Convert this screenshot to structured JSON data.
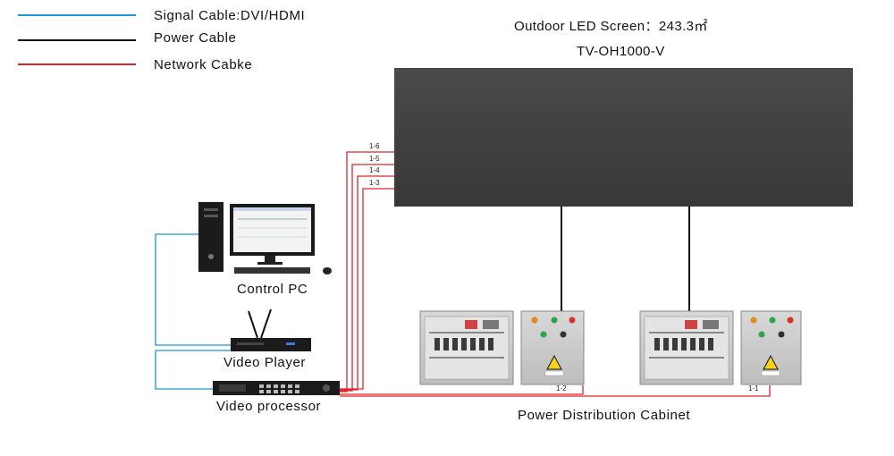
{
  "legend": {
    "signal": {
      "label": "Signal Cable:DVI/HDMI",
      "color": "#1a9bd7"
    },
    "power": {
      "label": "Power Cable",
      "color": "#111111"
    },
    "network": {
      "label": "Network Cabke",
      "color": "#e0262a"
    }
  },
  "screen": {
    "title": "Outdoor LED Screen：243.3㎡",
    "model": "TV-OH1000-V"
  },
  "port_labels": [
    "1-6",
    "1-5",
    "1-4",
    "1-3",
    "1-2",
    "1-1"
  ],
  "devices": {
    "control_pc": "Control PC",
    "video_player": "Video Player",
    "video_processor": "Video processor",
    "power_cabinet": "Power Distribution Cabinet"
  }
}
